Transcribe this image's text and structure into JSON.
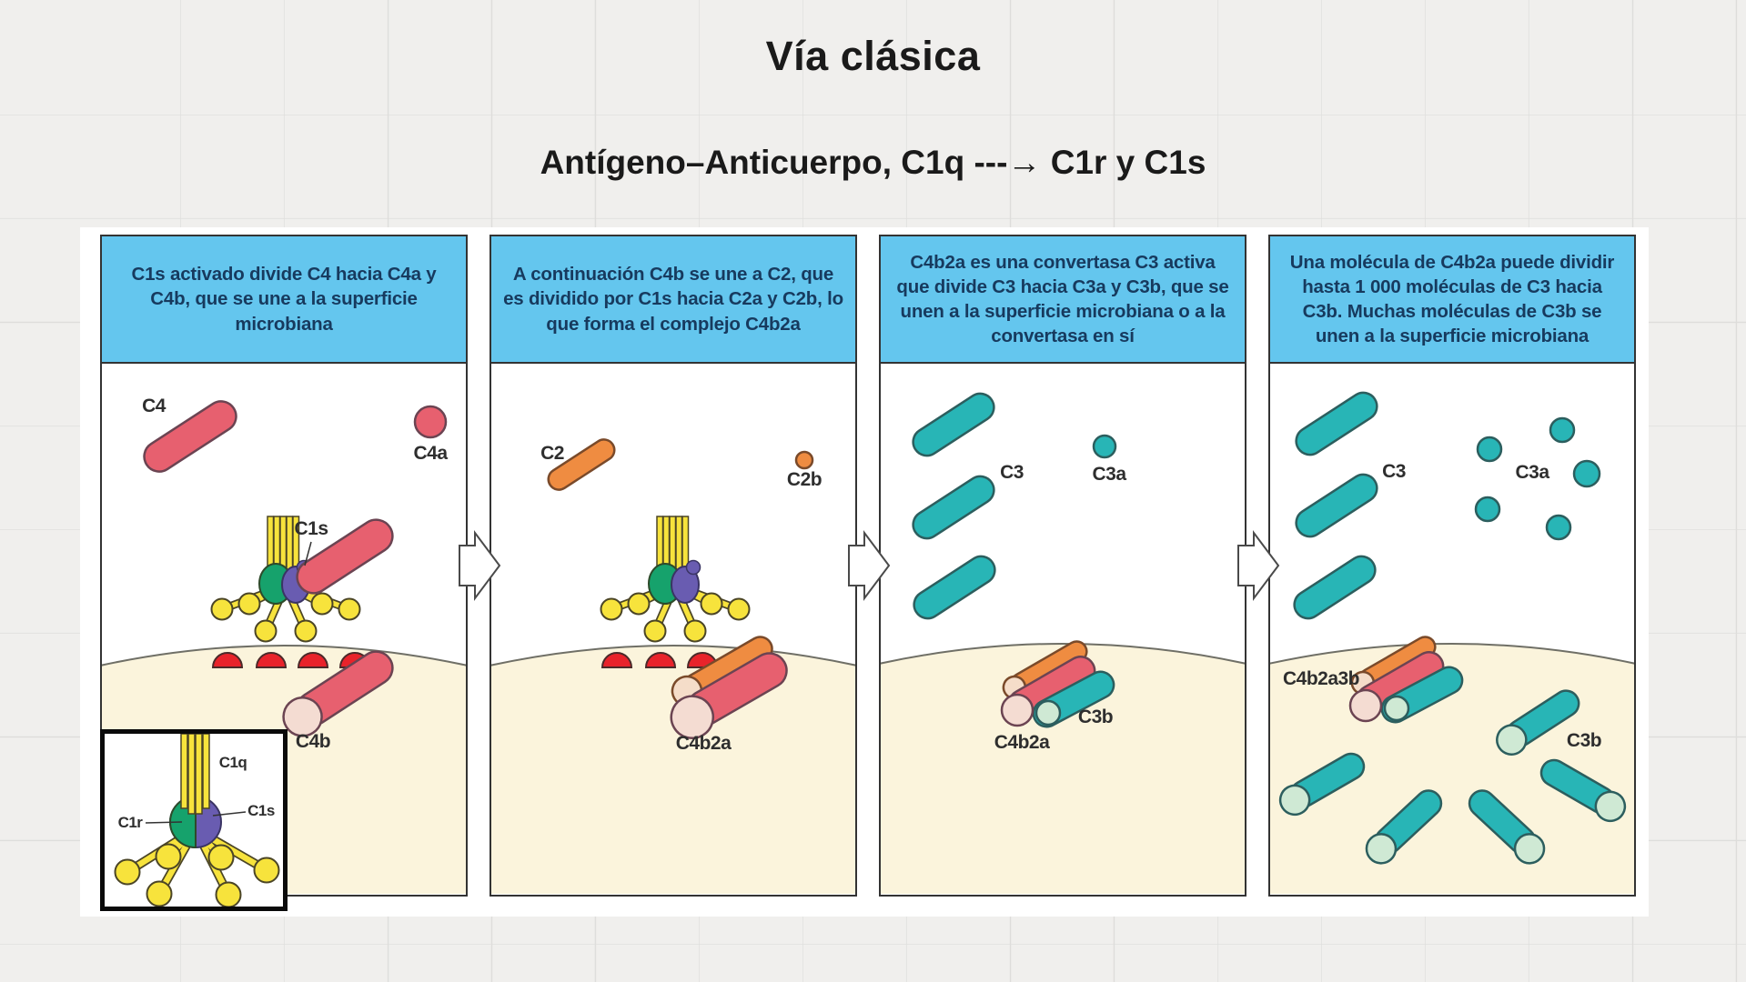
{
  "title": "Vía clásica",
  "subtitle": "Antígeno–Anticuerpo, C1q ---→ C1r y C1s",
  "panels": [
    {
      "header": "C1s activado divide C4 hacia C4a y C4b, que se une a la superficie microbiana",
      "labels": {
        "c4": "C4",
        "c4a": "C4a",
        "c1s": "C1s",
        "c4b": "C4b"
      }
    },
    {
      "header": "A continuación C4b se une a C2, que es dividido por C1s hacia C2a y C2b, lo que forma el complejo C4b2a",
      "labels": {
        "c2": "C2",
        "c2b": "C2b",
        "c4b2a": "C4b2a"
      }
    },
    {
      "header": "C4b2a es una convertasa C3 activa que divide C3 hacia C3a y C3b, que se unen a la superficie microbiana o a la convertasa en sí",
      "labels": {
        "c3": "C3",
        "c3a": "C3a",
        "c3b": "C3b",
        "c4b2a": "C4b2a"
      }
    },
    {
      "header": "Una molécula de C4b2a puede dividir hasta 1 000 moléculas de C3 hacia C3b. Muchas moléculas de C3b se unen a la superficie microbiana",
      "labels": {
        "c3": "C3",
        "c3a": "C3a",
        "c4b2a3b": "C4b2a3b",
        "c3b": "C3b"
      }
    }
  ],
  "inset": {
    "labels": {
      "c1q": "C1q",
      "c1r": "C1r",
      "c1s": "C1s"
    }
  },
  "colors": {
    "header_blue": "#64c6ee",
    "header_text": "#173a5e",
    "pink_red": "#e7606f",
    "bright_red": "#e8232b",
    "orange": "#ef8c41",
    "teal": "#28b5b6",
    "yellow": "#f7e33c",
    "green_blob": "#16a26c",
    "purple_blob": "#695cb1",
    "membrane_cream": "#fbf4dc",
    "cap_pink": "#f4dcd2",
    "cap_cream": "#f5ddc9",
    "cap_green": "#cfe9d4",
    "background": "#f0efed"
  }
}
